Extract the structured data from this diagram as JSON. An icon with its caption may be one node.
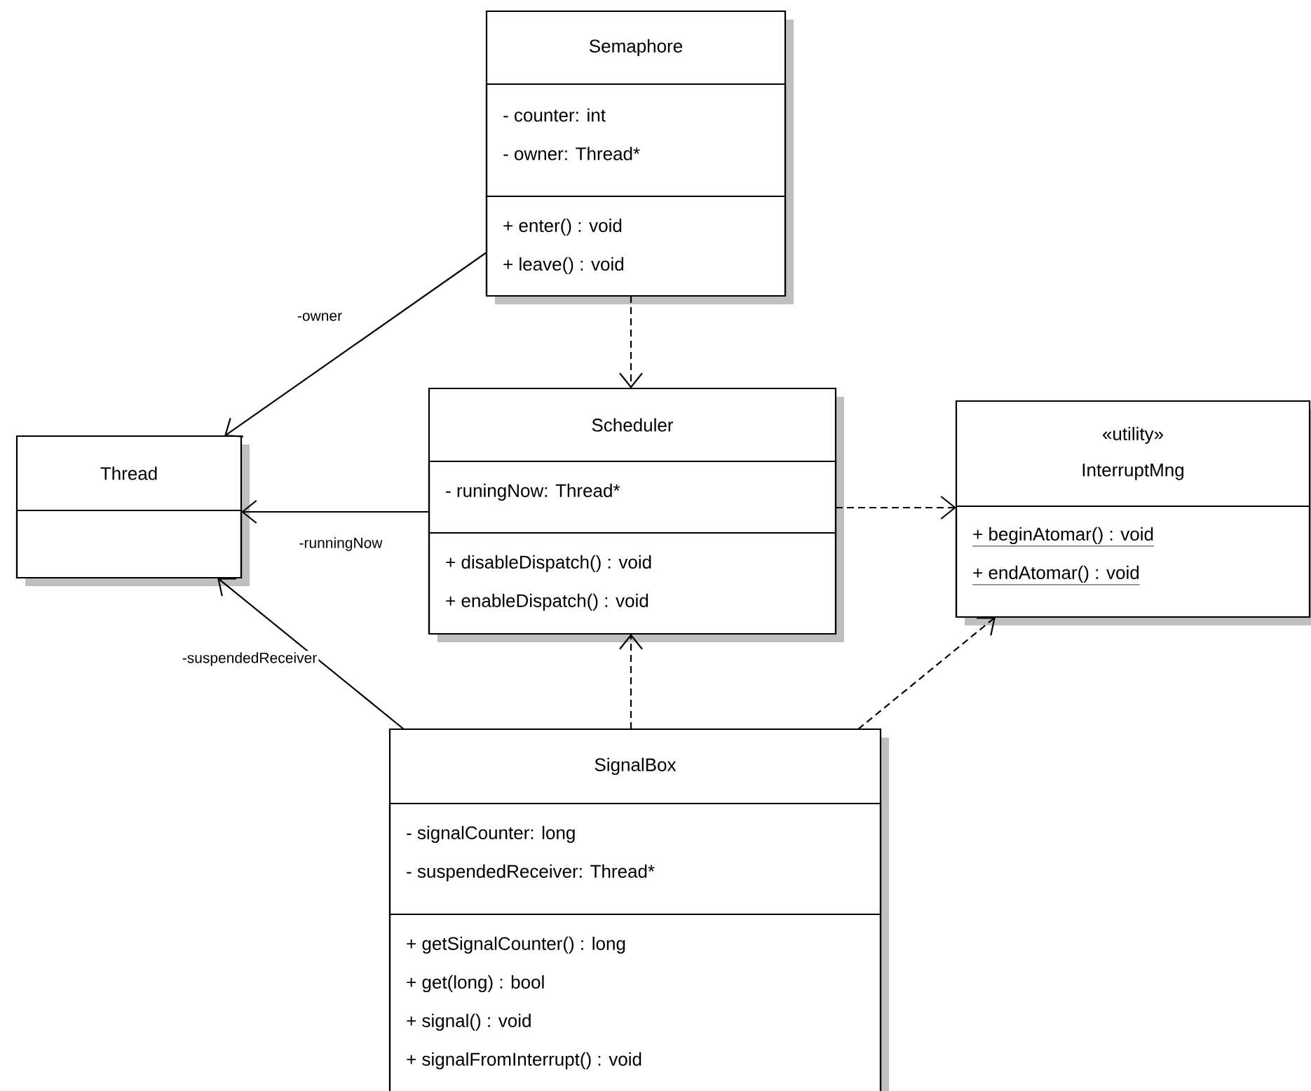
{
  "diagram": {
    "nodes": [
      {
        "text": [
          "Semaphore"
        ]
      },
      {
        "text": [
          "- counter: int",
          "- owner: Thread*"
        ],
        "in": 0
      },
      {
        "text": [
          "+ enter() : void",
          "+ leave() : void"
        ],
        "in": 0
      },
      {
        "text": [
          "Thread"
        ]
      },
      {
        "text": [],
        "shape": "box",
        "in": 3
      },
      {
        "text": [
          "Scheduler"
        ]
      },
      {
        "text": [
          "- runingNow: Thread*"
        ],
        "in": 5
      },
      {
        "text": [
          "+ disableDispatch() : void",
          "+ enableDispatch() : void"
        ],
        "in": 5
      },
      {
        "text": [
          "«utility»",
          "InterruptMng"
        ]
      },
      {
        "text": [
          "+ beginAtomar() : void",
          "+ endAtomar() : void"
        ],
        "in": 8
      },
      {
        "text": [
          "SignalBox"
        ]
      },
      {
        "text": [
          "- signalCounter: long",
          "- suspendedReceiver: Thread*"
        ],
        "in": 10
      },
      {
        "text": [
          "+ getSignalCounter() : long",
          "+ get(long) : bool",
          "+ signal() : void",
          "+ signalFromInterrupt() : void"
        ],
        "in": 10
      }
    ],
    "edges": [
      {
        "from": 0,
        "to": 3,
        "arrow": "to",
        "label": "-owner"
      },
      {
        "from": 0,
        "to": 5,
        "arrow": "to",
        "style": "dashed"
      },
      {
        "from": 5,
        "to": 3,
        "arrow": "to",
        "label": "-runningNow"
      },
      {
        "from": 5,
        "to": 8,
        "arrow": "to",
        "style": "dashed"
      },
      {
        "from": 10,
        "to": 3,
        "arrow": "to",
        "label": "-suspendedReceiver"
      },
      {
        "from": 10,
        "to": 5,
        "arrow": "to",
        "style": "dashed"
      },
      {
        "from": 10,
        "to": 8,
        "arrow": "to",
        "style": "dashed"
      }
    ]
  }
}
